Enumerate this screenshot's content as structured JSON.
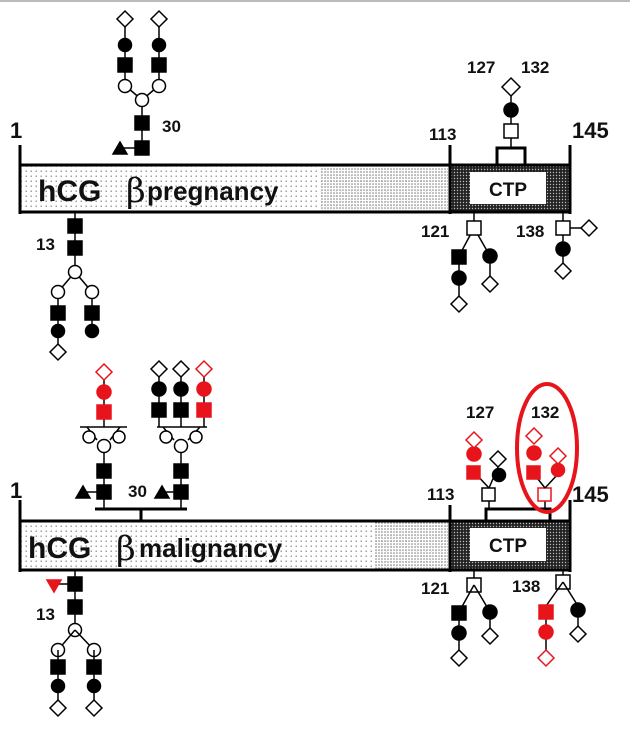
{
  "panels": [
    {
      "name_main": "hCG",
      "name_greek": "β",
      "name_state": "pregnancy",
      "start_label": "1",
      "end_label": "145",
      "ctp_start_label": "113",
      "ctp_label": "CTP",
      "n_glycan_labels": [
        "30",
        "13"
      ],
      "o_glycan_labels": [
        "127",
        "132",
        "121",
        "138"
      ]
    },
    {
      "name_main": "hCG",
      "name_greek": "β",
      "name_state": "malignancy",
      "start_label": "1",
      "end_label": "145",
      "ctp_start_label": "113",
      "ctp_label": "CTP",
      "n_glycan_labels": [
        "30",
        "13"
      ],
      "o_glycan_labels": [
        "127",
        "132",
        "121",
        "138"
      ]
    }
  ],
  "colors": {
    "standard_sugar": "#000000",
    "altered_sugar": "#e8141b",
    "highlight_ring": "#e8141b"
  },
  "legend_shapes": {
    "filled_square": "N-acetylglucosamine-icon",
    "open_circle": "mannose-icon",
    "filled_circle": "galactose-icon",
    "open_diamond": "sialic-acid-icon",
    "triangle": "fucose-icon",
    "open_square": "N-acetylgalactosamine-icon"
  }
}
